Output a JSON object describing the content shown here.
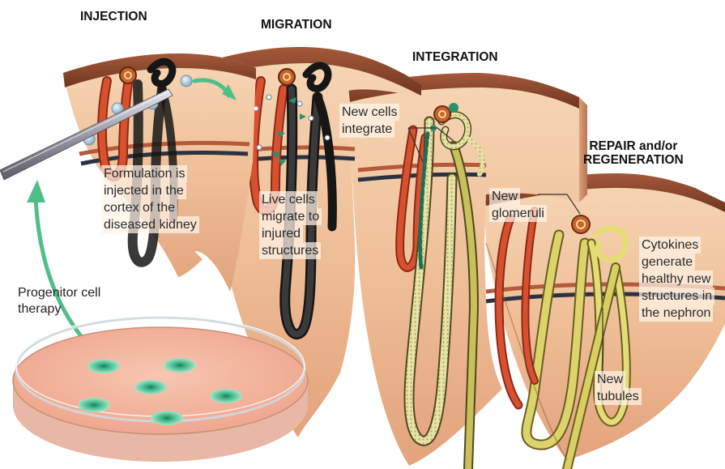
{
  "stages": {
    "injection": "INJECTION",
    "migration": "MIGRATION",
    "integration": "INTEGRATION",
    "repair_line1": "REPAIR and/or",
    "repair_line2": "REGENERATION"
  },
  "callouts": {
    "formulation": [
      "Formulation is",
      "injected in the",
      "cortex of the",
      "diseased kidney"
    ],
    "live_cells": [
      "Live cells",
      "migrate to",
      "injured",
      "structures"
    ],
    "new_cells": [
      "New cells",
      "integrate"
    ],
    "new_glomeruli": [
      "New",
      "glomeruli"
    ],
    "cytokines": [
      "Cytokines",
      "generate",
      "healthy new",
      "structures in",
      "the nephron"
    ],
    "new_tubules": [
      "New",
      "tubules"
    ],
    "progenitor": [
      "Progenitor cell",
      "therapy"
    ]
  },
  "colors": {
    "tissue": "#f1c9a6",
    "capsule": "#8a4a2c",
    "tubule_red": "#d9502f",
    "tubule_dark": "#2f2f2f",
    "tubule_yellow": "#d8cf63",
    "arrow_green": "#4fbf86",
    "dish_fill": "#f3b9a3",
    "cell_green": "#3cb58a"
  }
}
